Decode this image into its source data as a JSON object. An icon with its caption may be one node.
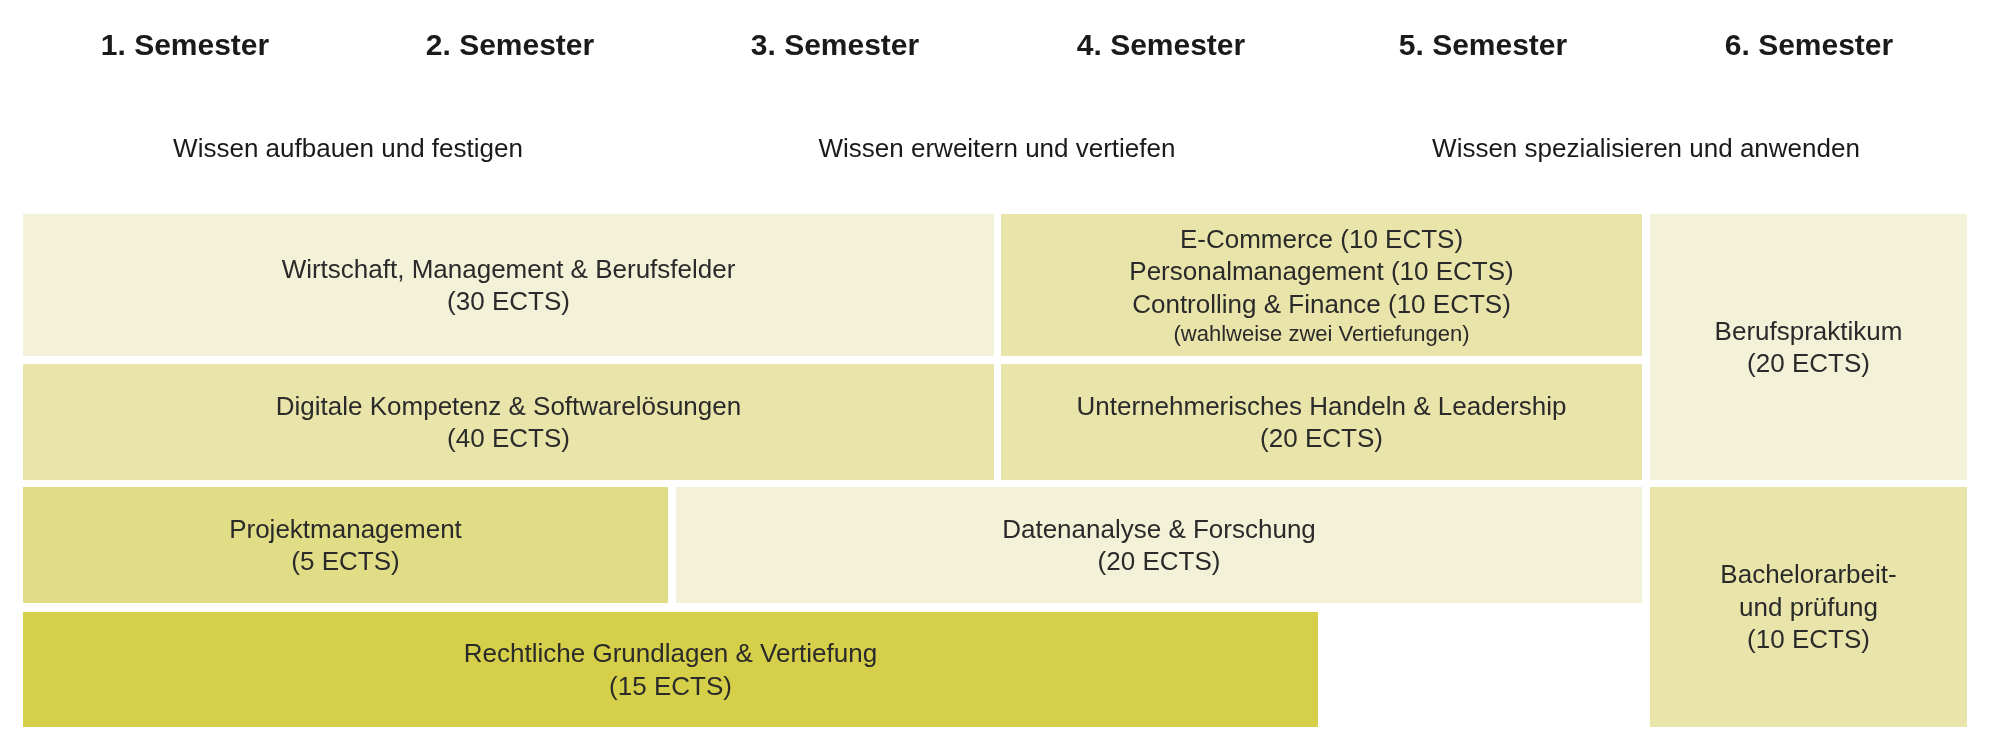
{
  "diagram": {
    "nodes": [
      {
        "text": [
          "Wirtschaft, Management & Berufsfelder",
          "(30 ECTS)"
        ]
      },
      {
        "text": [
          "E-Commerce (10 ECTS)",
          "Personalmanagement (10 ECTS)",
          "Controlling & Finance (10 ECTS)",
          "(wahlweise zwei Vertiefungen)"
        ]
      },
      {
        "text": [
          "Berufspraktikum",
          "(20 ECTS)"
        ]
      },
      {
        "text": [
          "Digitale Kompetenz & Softwarelösungen",
          "(40 ECTS)"
        ]
      },
      {
        "text": [
          "Unternehmerisches Handeln & Leadership",
          "(20 ECTS)"
        ]
      },
      {
        "text": [
          "Projektmanagement",
          "(5 ECTS)"
        ]
      },
      {
        "text": [
          "Datenanalyse & Forschung",
          "(20 ECTS)"
        ]
      },
      {
        "text": [
          "Bachelorarbeit- und prüfung",
          "(10 ECTS)"
        ]
      },
      {
        "text": [
          "Rechtliche Grundlagen & Vertiefung",
          "(15 ECTS)"
        ]
      }
    ],
    "labels": [
      "1. Semester",
      "2. Semester",
      "3. Semester",
      "4. Semester",
      "5. Semester",
      "6. Semester",
      "Wissen aufbauen und festigen",
      "Wissen erweitern und vertiefen",
      "Wissen spezialisieren und anwenden"
    ]
  }
}
